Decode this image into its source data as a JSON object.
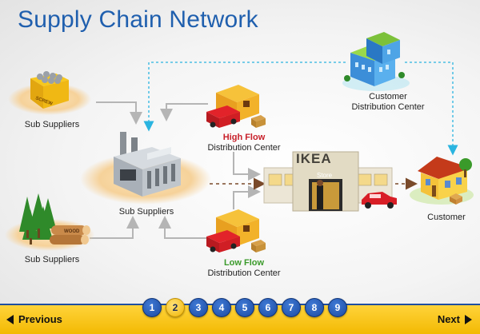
{
  "title": "Supply Chain Network",
  "labels": {
    "sub_suppliers_top": "Sub Suppliers",
    "sub_suppliers_mid": "Sub Suppliers",
    "sub_suppliers_bottom": "Sub Suppliers",
    "high_flow_emph": "High Flow",
    "high_flow_rest": "Distribution Center",
    "low_flow_emph": "Low Flow",
    "low_flow_rest": "Distribution Center",
    "customer_dc_line1": "Customer",
    "customer_dc_line2": "Distribution Center",
    "customer": "Customer"
  },
  "graphics": {
    "crate_text": "SCREW",
    "logs_text": "WOOD",
    "store_brand": "IKEA",
    "store_sign": "Store"
  },
  "colors": {
    "title": "#1f5fae",
    "high_flow": "#c8202a",
    "low_flow": "#3a9a2a",
    "dashed_arrow": "#2ab4e0",
    "flow_arrow": "#7a4a2a",
    "nav_bar": "#f2b800",
    "page_button": "#1c4aa0"
  },
  "nav": {
    "previous": "Previous",
    "next": "Next",
    "pages": [
      "1",
      "2",
      "3",
      "4",
      "5",
      "6",
      "7",
      "8",
      "9"
    ],
    "current_page": "2"
  }
}
